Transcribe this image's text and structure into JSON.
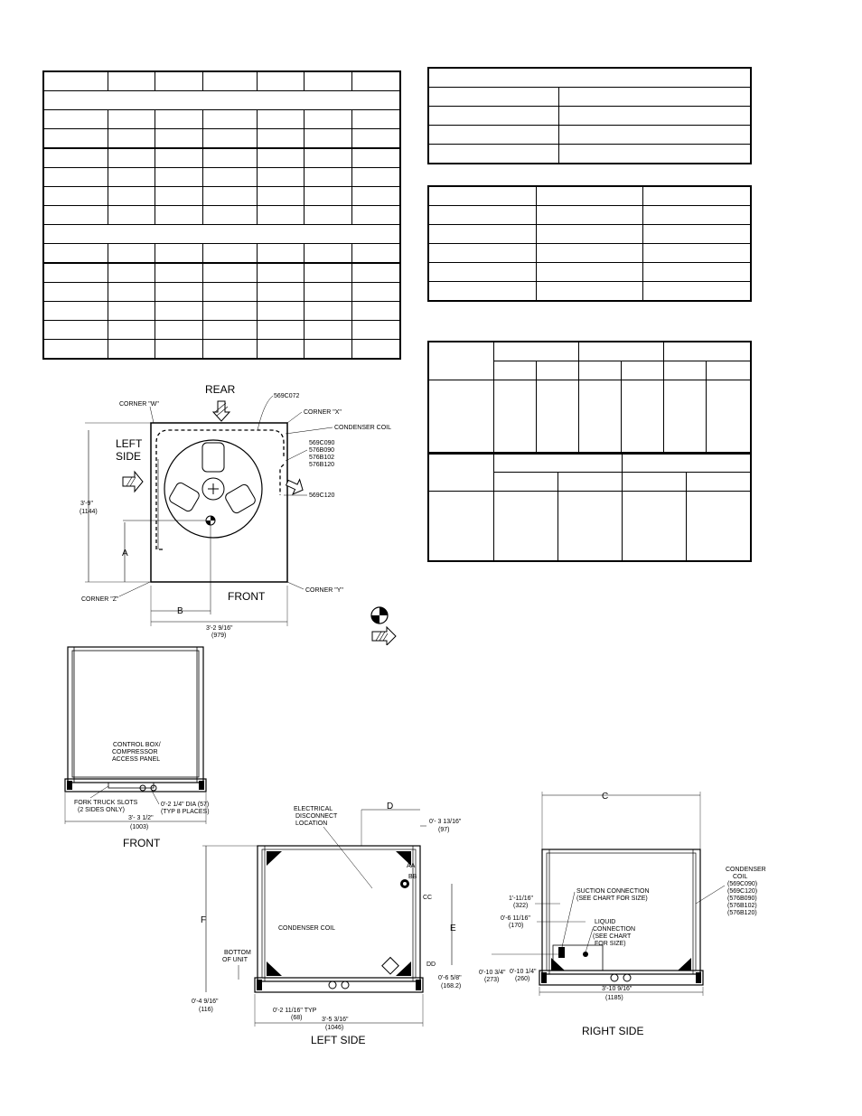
{
  "top_view": {
    "rear": "REAR",
    "front": "FRONT",
    "left_side": [
      "LEFT",
      "SIDE"
    ],
    "corner_w": "CORNER \"W\"",
    "corner_x": "CORNER \"X\"",
    "corner_y": "CORNER \"Y\"",
    "corner_z": "CORNER \"Z\"",
    "condenser_coil": "CONDENSER COIL",
    "model_top": "569C072",
    "models_side": [
      "569C090",
      "576B090",
      "576B102",
      "576B120"
    ],
    "model_low": "569C120",
    "dim_height": "3'-9\"",
    "dim_height_mm": "(1144)",
    "dim_width": "3'-2 9/16\"",
    "dim_width_mm": "(979)",
    "dim_a": "A",
    "dim_b": "B"
  },
  "front_view": {
    "panel_label": [
      "CONTROL BOX/",
      "COMPRESSOR",
      "ACCESS PANEL"
    ],
    "fork_label": [
      "FORK TRUCK SLOTS",
      "(2 SIDES ONLY)"
    ],
    "dia_label": [
      "0'-2 1/4\" DIA (57)",
      "(TYP 8 PLACES)"
    ],
    "dim_width": "3'- 3 1/2\"",
    "dim_width_mm": "(1003)",
    "title": "FRONT"
  },
  "left_view": {
    "electrical": [
      "ELECTRICAL",
      "DISCONNECT",
      "LOCATION"
    ],
    "dim_d": "D",
    "dim_top": "0'- 3 13/16\"",
    "dim_top_mm": "(97)",
    "aa": "AA",
    "bb": "BB",
    "cc": "CC",
    "dd": "DD",
    "dim_e": "E",
    "dim_f": "F",
    "coil": "CONDENSER COIL",
    "bottom": [
      "BOTTOM",
      "OF UNIT"
    ],
    "dim_side": "0'-6 5/8\"",
    "dim_side_mm": "(168.2)",
    "dim_low": "0'-4 9/16\"",
    "dim_low_mm": "(116)",
    "dim_typ": "0'-2  11/16\" TYP",
    "dim_typ_mm": "(68)",
    "dim_width": "3'-5 3/16\"",
    "dim_width_mm": "(1046)",
    "title": "LEFT SIDE"
  },
  "right_view": {
    "dim_c": "C",
    "coil_label": [
      "CONDENSER",
      "COIL",
      "(569C090)",
      "(569C120)",
      "(576B090)",
      "(576B102)",
      "(576B120)"
    ],
    "suction": [
      "SUCTION CONNECTION",
      "(SEE CHART FOR SIZE)"
    ],
    "liquid": [
      "LIQUID",
      "CONNECTION",
      "(SEE CHART",
      "FOR SIZE)"
    ],
    "dim1": "1'-11/16\"",
    "dim1_mm": "(322)",
    "dim2": "0'-6 11/16\"",
    "dim2_mm": "(170)",
    "dim3": "0'-10 3/4\"",
    "dim3_mm": "(273)",
    "dim4": "0'-10 1/4\"",
    "dim4_mm": "(260)",
    "dim_width": "3'-10 9/16\"",
    "dim_width_mm": "(1185)",
    "title": "RIGHT SIDE"
  }
}
